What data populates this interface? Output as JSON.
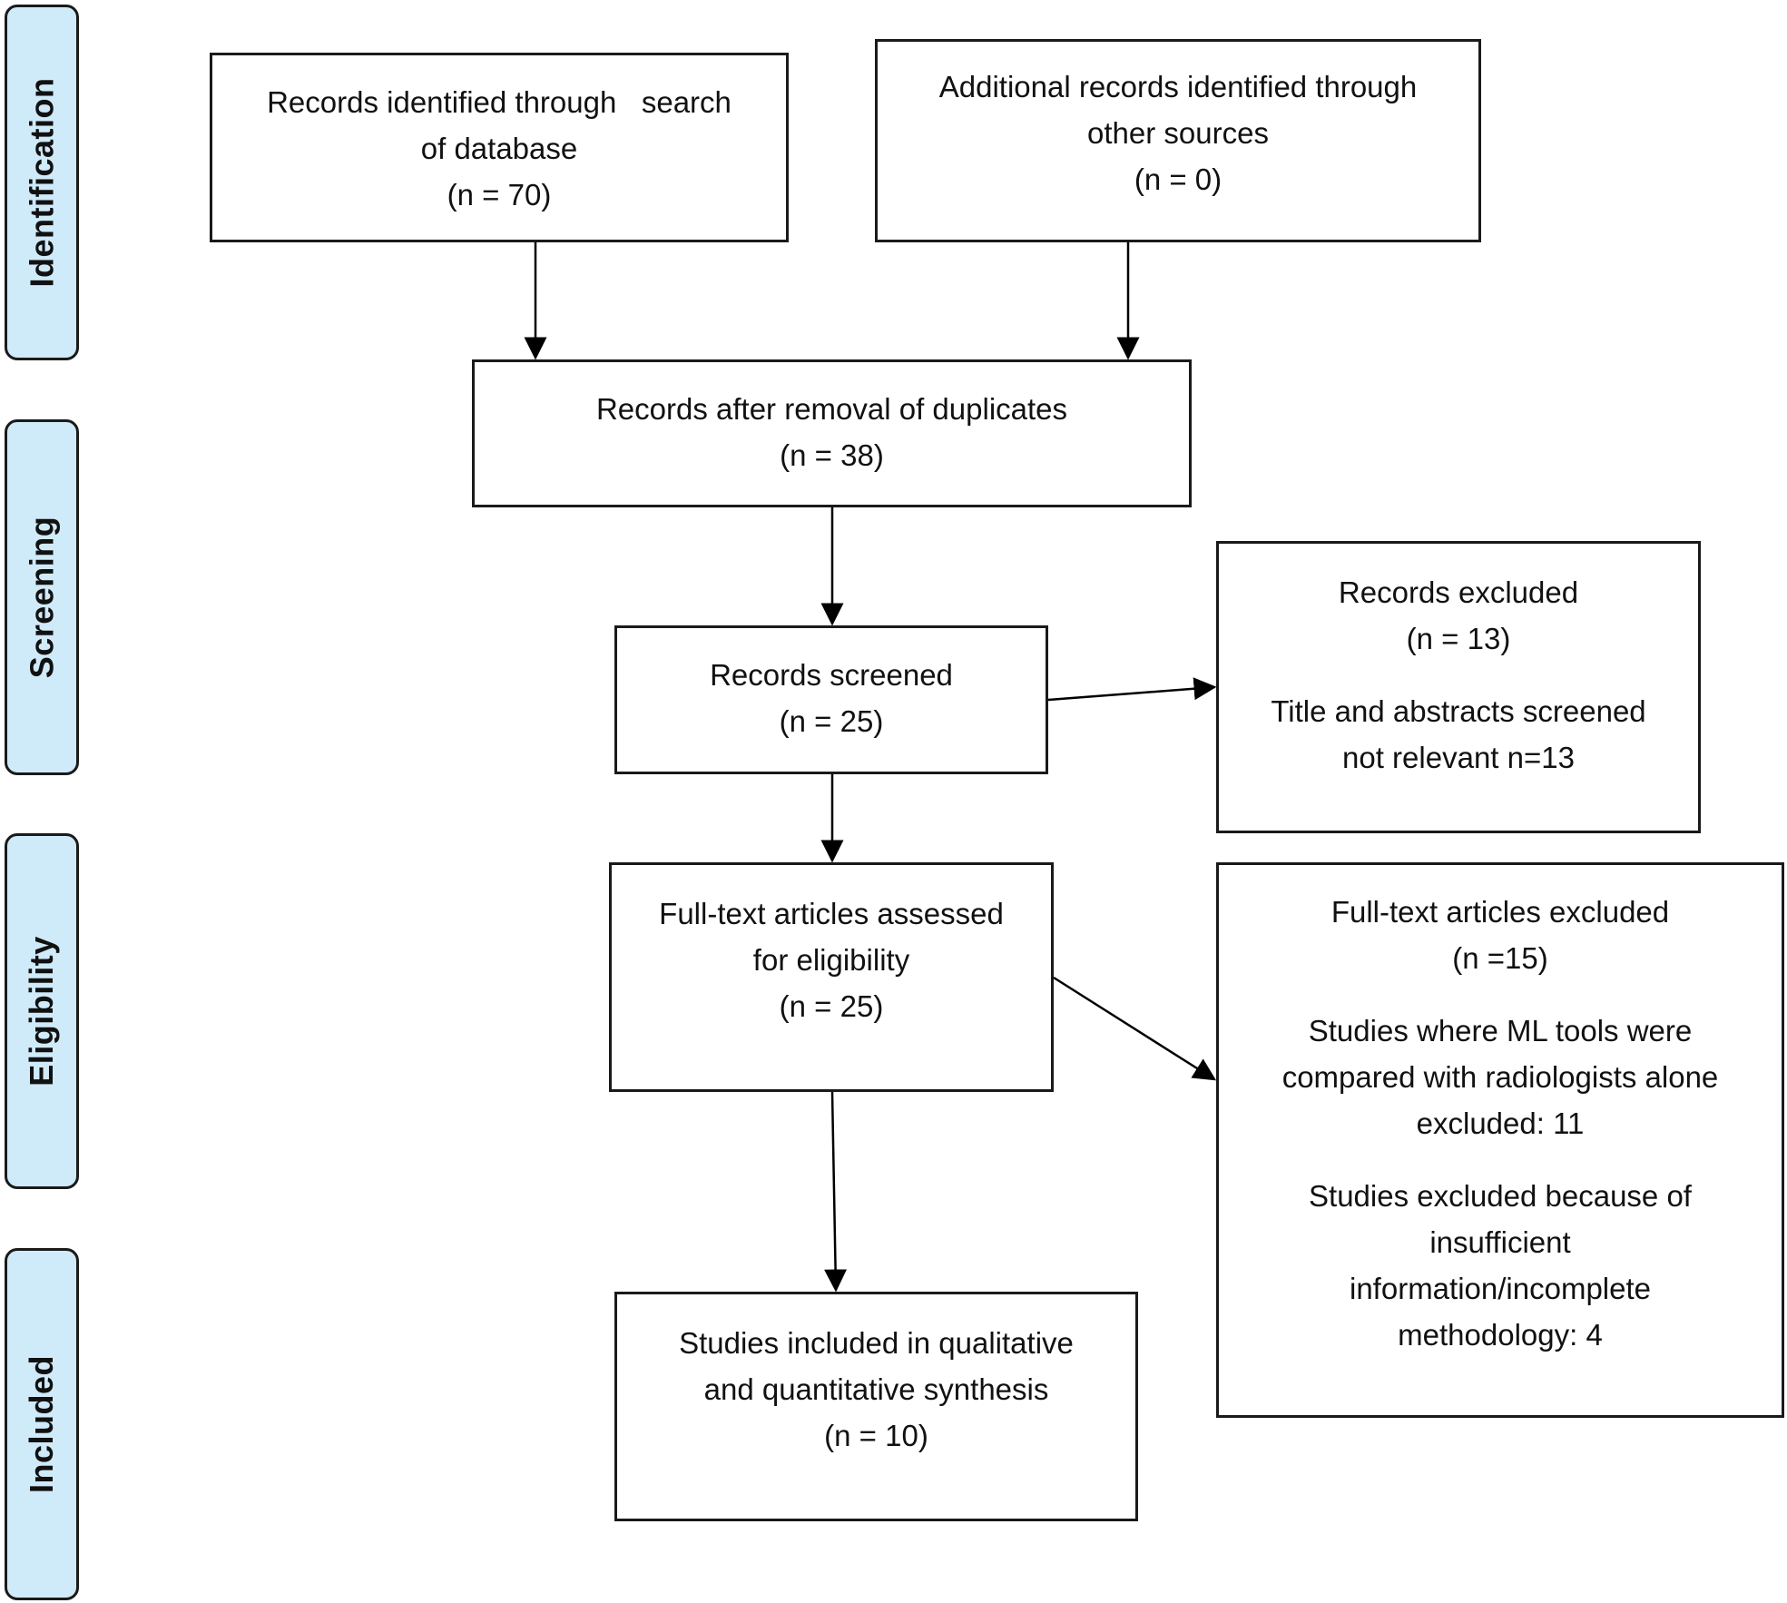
{
  "phases": {
    "identification": "Identification",
    "screening": "Screening",
    "eligibility": "Eligibility",
    "included": "Included"
  },
  "boxes": {
    "database_search": {
      "line1": "Records identified through   search",
      "line2": "of database",
      "line3": "(n = 70)"
    },
    "other_sources": {
      "line1": "Additional records identified through",
      "line2": "other sources",
      "line3": "(n = 0)"
    },
    "after_duplicates": {
      "line1": "Records after removal of duplicates",
      "line2": "(n = 38)"
    },
    "screened": {
      "line1": "Records screened",
      "line2": "(n = 25)"
    },
    "records_excluded": {
      "line1": "Records excluded",
      "line2": "(n = 13)",
      "line3": "Title and abstracts screened",
      "line4": "not relevant n=13"
    },
    "fulltext_assessed": {
      "line1": "Full-text articles assessed",
      "line2": "for eligibility",
      "line3": "(n = 25)"
    },
    "fulltext_excluded": {
      "line1": "Full-text articles excluded",
      "line2": "(n =15)",
      "line3": "Studies where ML tools were",
      "line4": "compared with radiologists alone",
      "line5": "excluded: 11",
      "line6": "Studies excluded because of",
      "line7": "insufficient",
      "line8": "information/incomplete",
      "line9": "methodology: 4"
    },
    "included_studies": {
      "line1": "Studies included in qualitative",
      "line2": "and quantitative synthesis",
      "line3": "(n = 10)"
    }
  }
}
